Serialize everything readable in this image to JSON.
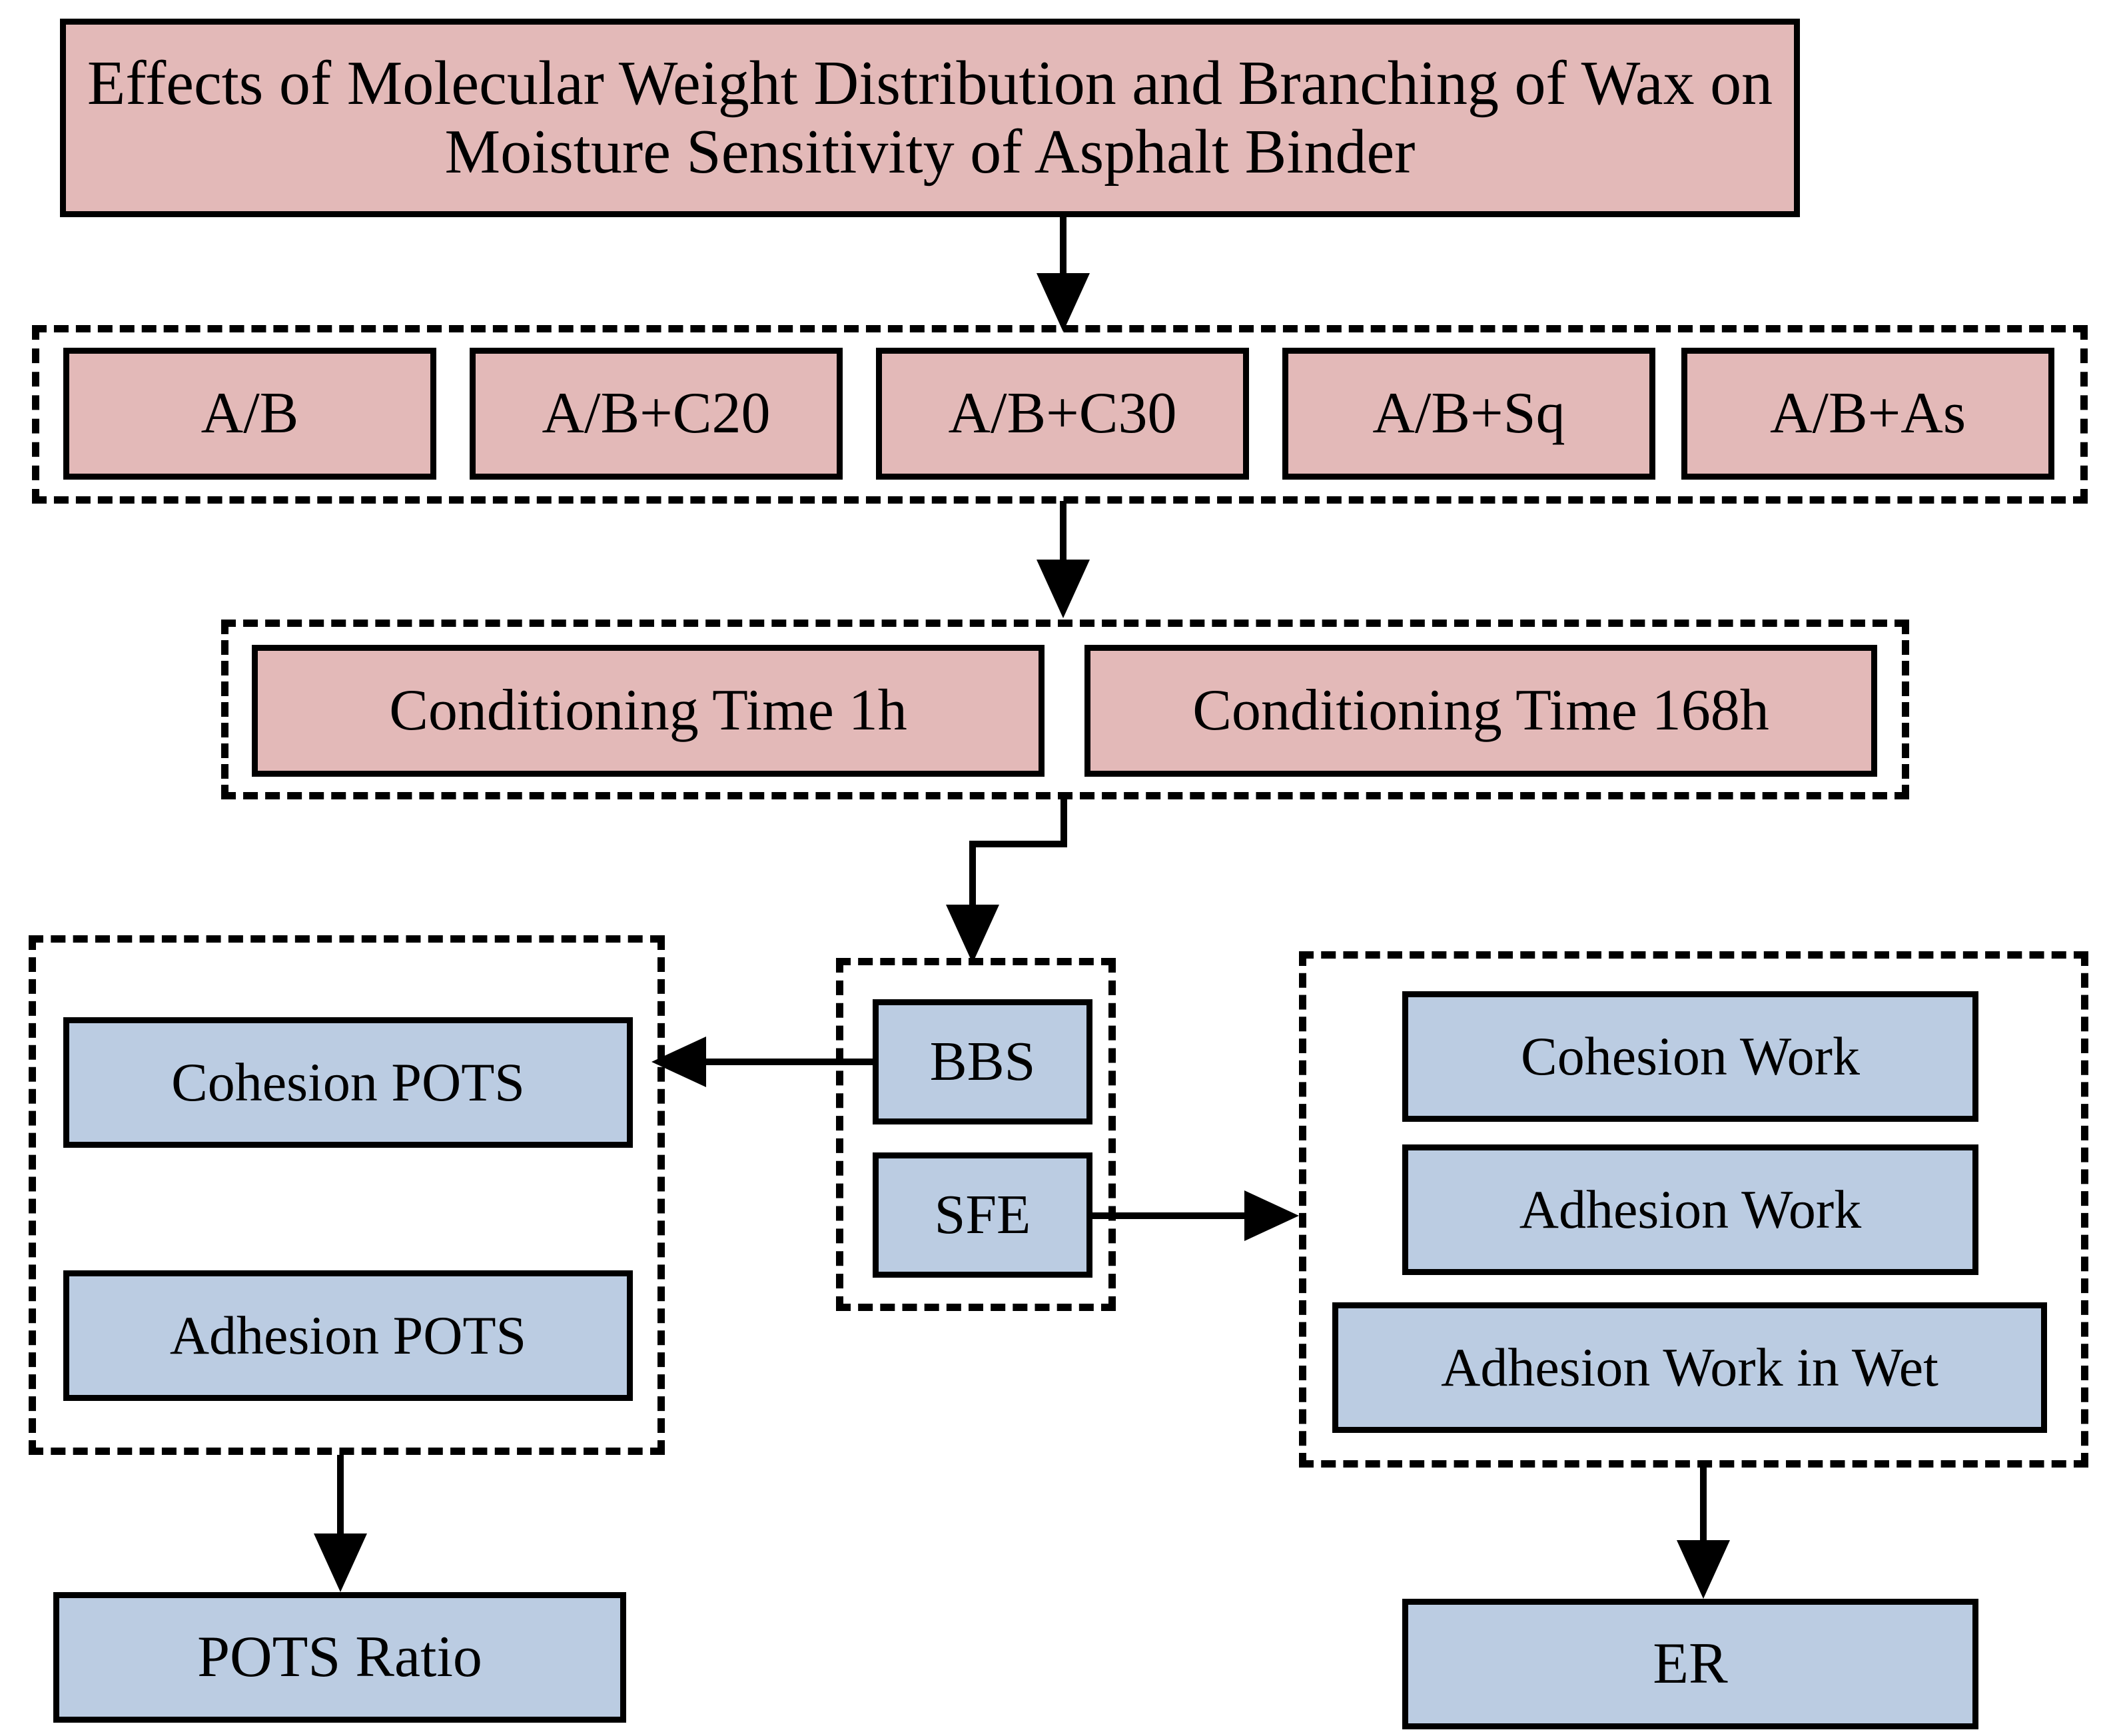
{
  "diagram": {
    "title_line1": "Effects of Molecular Weight Distribution and Branching of Wax  on",
    "title_line2": "Moisture Sensitivity of Asphalt Binder",
    "colors": {
      "pink_fill": "#E3B9B8",
      "blue_fill": "#BBCCE2",
      "stroke": "#000000",
      "background": "#FFFFFF"
    },
    "materials": {
      "group_name": "binder-materials-group",
      "items": [
        {
          "label": "A/B"
        },
        {
          "label": "A/B+C20"
        },
        {
          "label": "A/B+C30"
        },
        {
          "label": "A/B+Sq"
        },
        {
          "label": "A/B+As"
        }
      ]
    },
    "conditioning": {
      "group_name": "conditioning-time-group",
      "items": [
        {
          "label": "Conditioning Time 1h"
        },
        {
          "label": "Conditioning Time 168h"
        }
      ]
    },
    "methods": {
      "group_name": "test-methods-group",
      "items": [
        {
          "label": "BBS"
        },
        {
          "label": "SFE"
        }
      ]
    },
    "pots_outputs": {
      "group_name": "pots-results-group",
      "items": [
        {
          "label": "Cohesion POTS"
        },
        {
          "label": "Adhesion POTS"
        }
      ]
    },
    "work_outputs": {
      "group_name": "work-results-group",
      "items": [
        {
          "label": "Cohesion Work"
        },
        {
          "label": "Adhesion Work"
        },
        {
          "label": "Adhesion Work in Wet"
        }
      ]
    },
    "indices": {
      "pots_ratio": "POTS Ratio",
      "er": "ER"
    }
  }
}
